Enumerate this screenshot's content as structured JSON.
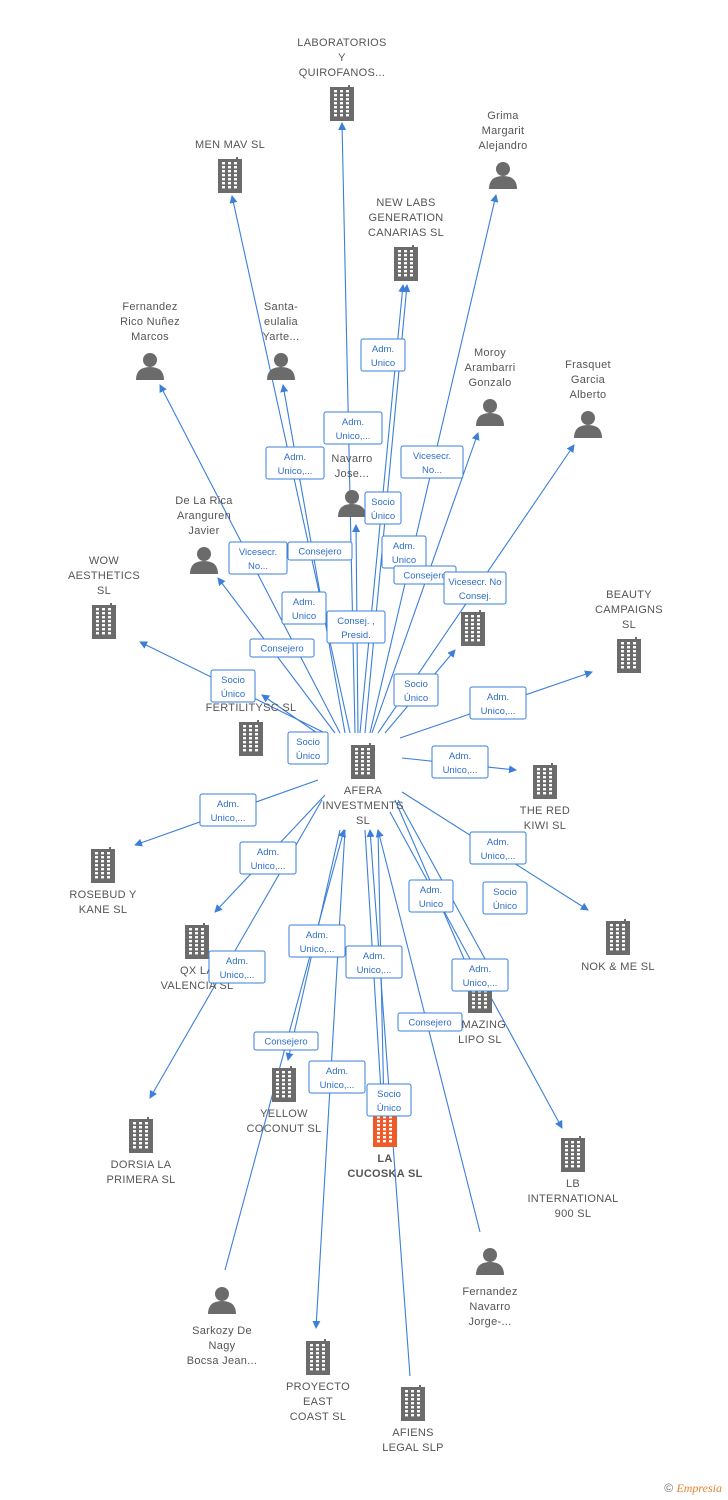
{
  "nodes": [
    {
      "id": "afera",
      "type": "company",
      "label": [
        "AFERA",
        "INVESTMENTS",
        "SL"
      ],
      "color": "#6b6b6b"
    },
    {
      "id": "lacucoska",
      "type": "company",
      "label": [
        "LA",
        "CUCOSKA  SL"
      ],
      "color": "#f05a28",
      "bold": true
    },
    {
      "id": "laboratorios",
      "type": "company",
      "label": [
        "LABORATORIOS",
        "Y",
        "QUIROFANOS..."
      ],
      "color": "#6b6b6b"
    },
    {
      "id": "menmav",
      "type": "company",
      "label": [
        "MEN MAV  SL"
      ],
      "color": "#6b6b6b"
    },
    {
      "id": "grima",
      "type": "person",
      "label": [
        "Grima",
        "Margarit",
        "Alejandro"
      ],
      "color": "#6b6b6b"
    },
    {
      "id": "newlabs",
      "type": "company",
      "label": [
        "NEW LABS",
        "GENERATION",
        "CANARIAS  SL"
      ],
      "color": "#6b6b6b"
    },
    {
      "id": "fernandezrico",
      "type": "person",
      "label": [
        "Fernandez",
        "Rico Nuñez",
        "Marcos"
      ],
      "color": "#6b6b6b"
    },
    {
      "id": "santaeulalia",
      "type": "person",
      "label": [
        "Santa-",
        "eulalia",
        "Yarte..."
      ],
      "color": "#6b6b6b"
    },
    {
      "id": "moroy",
      "type": "person",
      "label": [
        "Moroy",
        "Arambarri",
        "Gonzalo"
      ],
      "color": "#6b6b6b"
    },
    {
      "id": "frasquet",
      "type": "person",
      "label": [
        "Frasquet",
        "Garcia",
        "Alberto"
      ],
      "color": "#6b6b6b"
    },
    {
      "id": "navarrojose",
      "type": "person",
      "label": [
        "Navarro",
        "Jose..."
      ],
      "color": "#6b6b6b"
    },
    {
      "id": "delarica",
      "type": "person",
      "label": [
        "De La Rica",
        "Aranguren",
        "Javier"
      ],
      "color": "#6b6b6b"
    },
    {
      "id": "wow",
      "type": "company",
      "label": [
        "WOW",
        "AESTHETICS",
        "SL"
      ],
      "color": "#6b6b6b"
    },
    {
      "id": "beauty",
      "type": "company",
      "label": [
        "BEAUTY",
        "CAMPAIGNS",
        "SL"
      ],
      "color": "#6b6b6b"
    },
    {
      "id": "unnamed",
      "type": "company",
      "label": [],
      "color": "#6b6b6b"
    },
    {
      "id": "fertility",
      "type": "company",
      "label": [
        "FERTILITYSC SL"
      ],
      "color": "#6b6b6b"
    },
    {
      "id": "theredkiwi",
      "type": "company",
      "label": [
        "THE RED",
        "KIWI  SL"
      ],
      "color": "#6b6b6b"
    },
    {
      "id": "rosebud",
      "type": "company",
      "label": [
        "ROSEBUD Y",
        "KANE  SL"
      ],
      "color": "#6b6b6b"
    },
    {
      "id": "qxla",
      "type": "company",
      "label": [
        "QX LA",
        "VALENCIA  SL"
      ],
      "color": "#6b6b6b"
    },
    {
      "id": "nokme",
      "type": "company",
      "label": [
        "NOK & ME SL"
      ],
      "color": "#6b6b6b"
    },
    {
      "id": "amazing",
      "type": "company",
      "label": [
        "AMAZING",
        "LIPO  SL"
      ],
      "color": "#6b6b6b"
    },
    {
      "id": "yellow",
      "type": "company",
      "label": [
        "YELLOW",
        "COCONUT  SL"
      ],
      "color": "#6b6b6b"
    },
    {
      "id": "dorsia",
      "type": "company",
      "label": [
        "DORSIA LA",
        "PRIMERA SL"
      ],
      "color": "#6b6b6b"
    },
    {
      "id": "lbint",
      "type": "company",
      "label": [
        "LB",
        "INTERNATIONAL",
        "900  SL"
      ],
      "color": "#6b6b6b"
    },
    {
      "id": "sarkozy",
      "type": "person",
      "label": [
        "Sarkozy De",
        "Nagy",
        "Bocsa Jean..."
      ],
      "color": "#6b6b6b"
    },
    {
      "id": "fernandeznavarro",
      "type": "person",
      "label": [
        "Fernandez",
        "Navarro",
        "Jorge-..."
      ],
      "color": "#6b6b6b"
    },
    {
      "id": "proyecto",
      "type": "company",
      "label": [
        "PROYECTO",
        "EAST",
        "COAST SL"
      ],
      "color": "#6b6b6b"
    },
    {
      "id": "afiens",
      "type": "company",
      "label": [
        "AFIENS",
        "LEGAL  SLP"
      ],
      "color": "#6b6b6b"
    }
  ],
  "edge_labels": [
    [
      "Adm.",
      "Unico"
    ],
    [
      "Adm.",
      "Unico,..."
    ],
    [
      "Adm.",
      "Unico,..."
    ],
    [
      "Vicesecr.",
      "No..."
    ],
    [
      "Socio",
      "Único"
    ],
    [
      "Adm.",
      "Unico"
    ],
    [
      "Consejero"
    ],
    [
      "Vicesecr.",
      "No..."
    ],
    [
      "Consejero"
    ],
    [
      "Vicesecr.  No",
      "Consej."
    ],
    [
      "Adm.",
      "Unico"
    ],
    [
      "Consej. ,",
      "Presid."
    ],
    [
      "Consejero"
    ],
    [
      "Socio",
      "Único"
    ],
    [
      "Socio",
      "Único"
    ],
    [
      "Adm.",
      "Unico,..."
    ],
    [
      "Socio",
      "Único"
    ],
    [
      "Adm.",
      "Unico,..."
    ],
    [
      "Adm.",
      "Unico,..."
    ],
    [
      "Adm.",
      "Unico,..."
    ],
    [
      "Adm.",
      "Unico,..."
    ],
    [
      "Adm.",
      "Unico"
    ],
    [
      "Socio",
      "Único"
    ],
    [
      "Adm.",
      "Unico,..."
    ],
    [
      "Adm.",
      "Unico,..."
    ],
    [
      "Adm.",
      "Unico,..."
    ],
    [
      "Adm.",
      "Unico,..."
    ],
    [
      "Consejero"
    ],
    [
      "Consejero"
    ],
    [
      "Adm.",
      "Unico,..."
    ],
    [
      "Socio",
      "Único"
    ]
  ],
  "footer": {
    "copyright_symbol": "©",
    "brand": "Empresia"
  }
}
